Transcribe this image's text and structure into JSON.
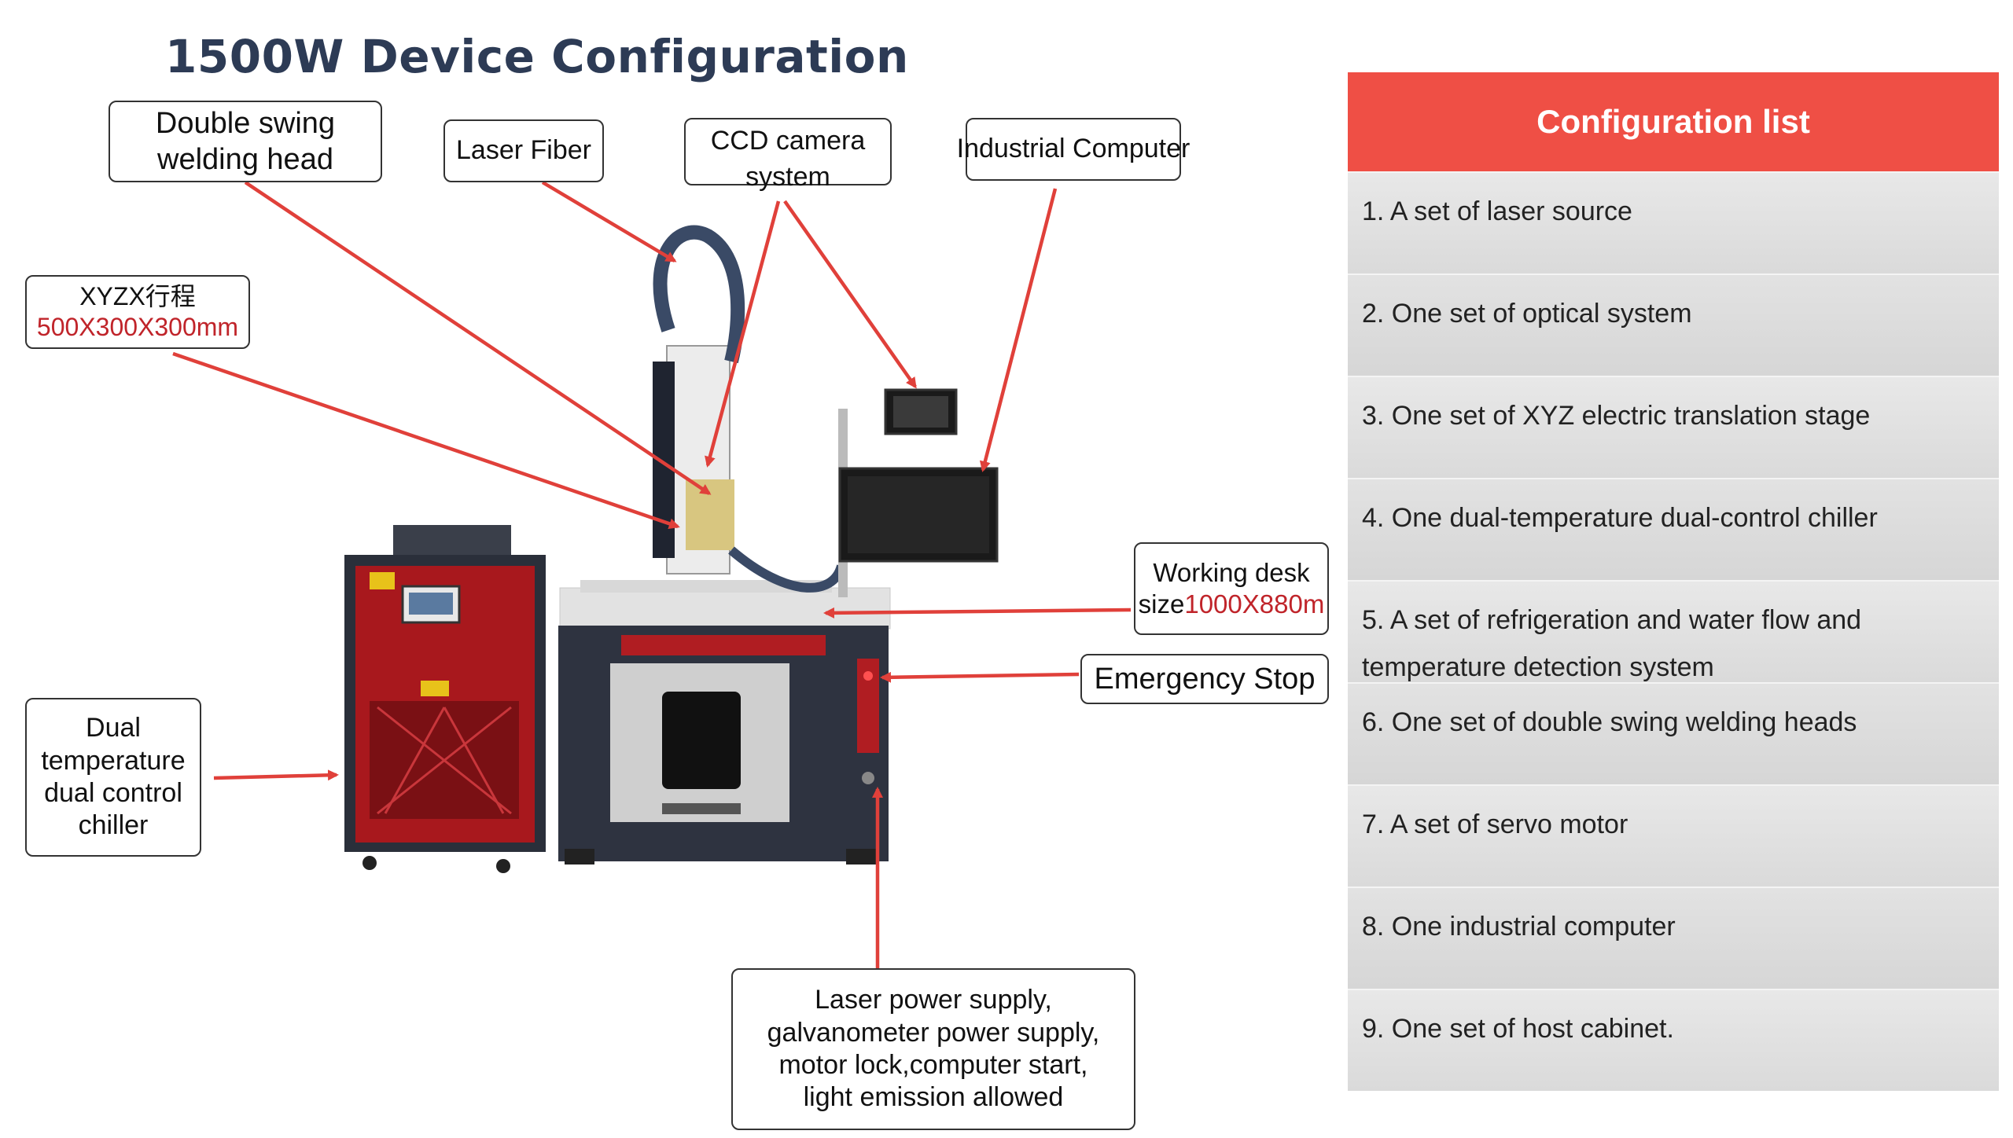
{
  "title": "1500W Device Configuration",
  "callouts": {
    "double_swing": "Double swing\nwelding head",
    "laser_fiber": "Laser Fiber",
    "ccd_camera": "CCD camera\nsystem",
    "industrial_computer": "Industrial Computer",
    "xyzx_label": "XYZX行程",
    "xyzx_value": "500X300X300mm",
    "working_desk_label": "Working desk",
    "working_desk_prefix": "size",
    "working_desk_value": "1000X880m",
    "emergency_stop": "Emergency Stop",
    "chiller": "Dual\ntemperature\ndual control\nchiller",
    "power_supply": "Laser power supply,\ngalvanometer power supply,\nmotor lock,computer start,\nlight emission allowed"
  },
  "config_list": {
    "header": "Configuration list",
    "items": [
      "1. A set of laser source",
      "2. One set of optical system",
      "3. One set of XYZ electric translation stage",
      "4. One dual-temperature dual-control chiller",
      "5. A set of refrigeration and water flow and temperature detection system",
      "6. One set of double swing welding heads",
      "7. A set of servo motor",
      "8. One industrial computer",
      "9. One set of host cabinet."
    ]
  },
  "colors": {
    "accent_red": "#ef4f45",
    "arrow_red": "#e0403a",
    "title_navy": "#2d3b55",
    "machine_red": "#a8181d",
    "row_gray": "#dcdcdc"
  }
}
